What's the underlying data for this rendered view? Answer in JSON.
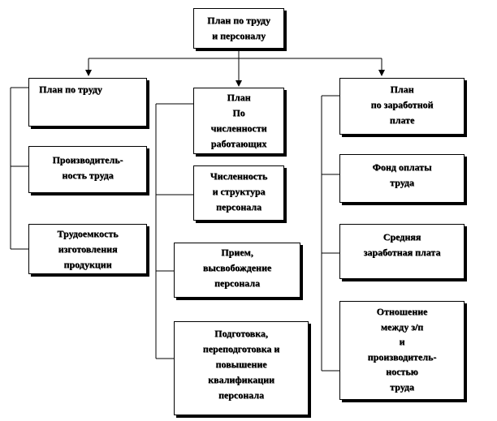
{
  "diagram": {
    "root": {
      "lines": [
        "План по труду",
        "и персоналу"
      ]
    },
    "labor": {
      "head": {
        "lines": [
          "План по труду"
        ]
      },
      "items": [
        {
          "lines": [
            "Производитель-",
            "ность труда"
          ]
        },
        {
          "lines": [
            "Трудоемкость",
            "изготовления",
            "продукции"
          ]
        }
      ]
    },
    "headcount": {
      "head": {
        "lines": [
          "План",
          "По",
          "численности",
          "работающих"
        ]
      },
      "items": [
        {
          "lines": [
            "Численность",
            "и структура",
            "персонала"
          ]
        },
        {
          "lines": [
            "Прием,",
            "высвобождение",
            "персонала"
          ]
        },
        {
          "lines": [
            "Подготовка,",
            "переподготовка и",
            "повышение",
            "квалификации",
            "персонала"
          ]
        }
      ]
    },
    "wages": {
      "head": {
        "lines": [
          "План",
          "по заработной",
          "плате"
        ]
      },
      "items": [
        {
          "lines": [
            "Фонд оплаты",
            "труда"
          ]
        },
        {
          "lines": [
            "Средняя",
            "заработная плата"
          ]
        },
        {
          "lines": [
            "Отношение",
            "между з/п",
            "и",
            "производитель-",
            "ностью",
            "труда"
          ]
        }
      ]
    }
  }
}
